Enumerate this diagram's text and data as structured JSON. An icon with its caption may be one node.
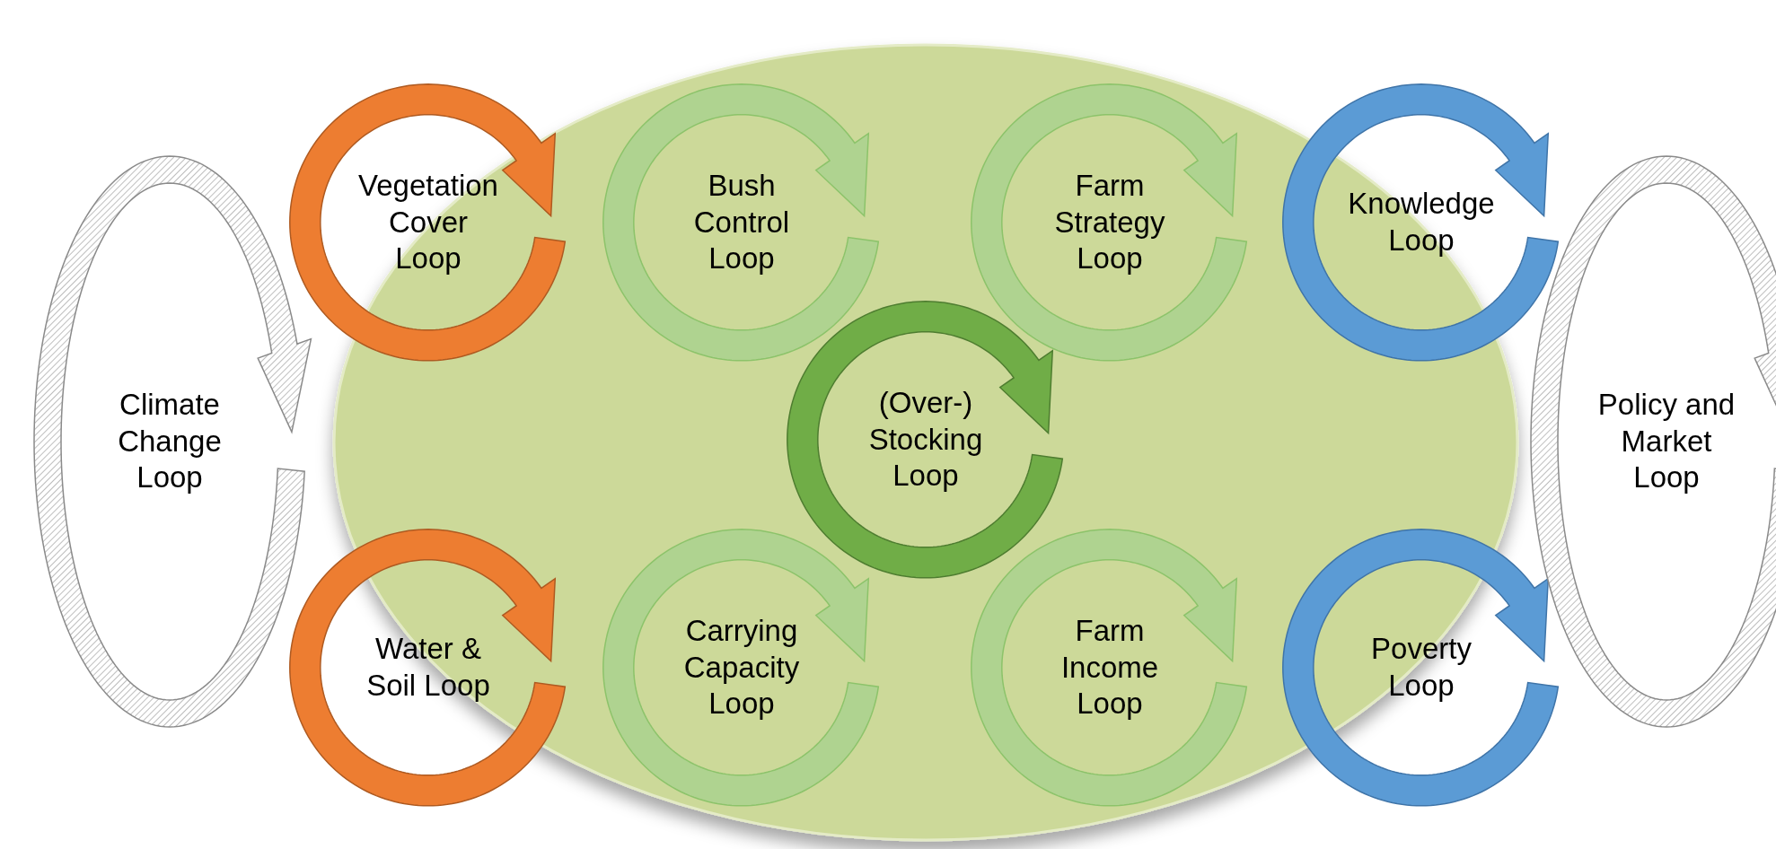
{
  "diagram": {
    "nodes": [
      {
        "text": [
          "Climate Change Loop"
        ]
      },
      {
        "text": [],
        "shape": "ellipse"
      },
      {
        "text": [
          "Vegetation Cover Loop"
        ]
      },
      {
        "text": [
          "Bush Control Loop"
        ],
        "in": 1
      },
      {
        "text": [
          "Farm Strategy Loop"
        ],
        "in": 1
      },
      {
        "text": [
          "Knowledge Loop"
        ]
      },
      {
        "text": [
          "(Over-) Stocking Loop"
        ],
        "in": 1
      },
      {
        "text": [
          "Water & Soil Loop"
        ]
      },
      {
        "text": [
          "Carrying Capacity Loop"
        ],
        "in": 1
      },
      {
        "text": [
          "Farm Income Loop"
        ],
        "in": 1
      },
      {
        "text": [
          "Poverty Loop"
        ]
      },
      {
        "text": [
          "Policy and Market Loop"
        ]
      }
    ]
  }
}
